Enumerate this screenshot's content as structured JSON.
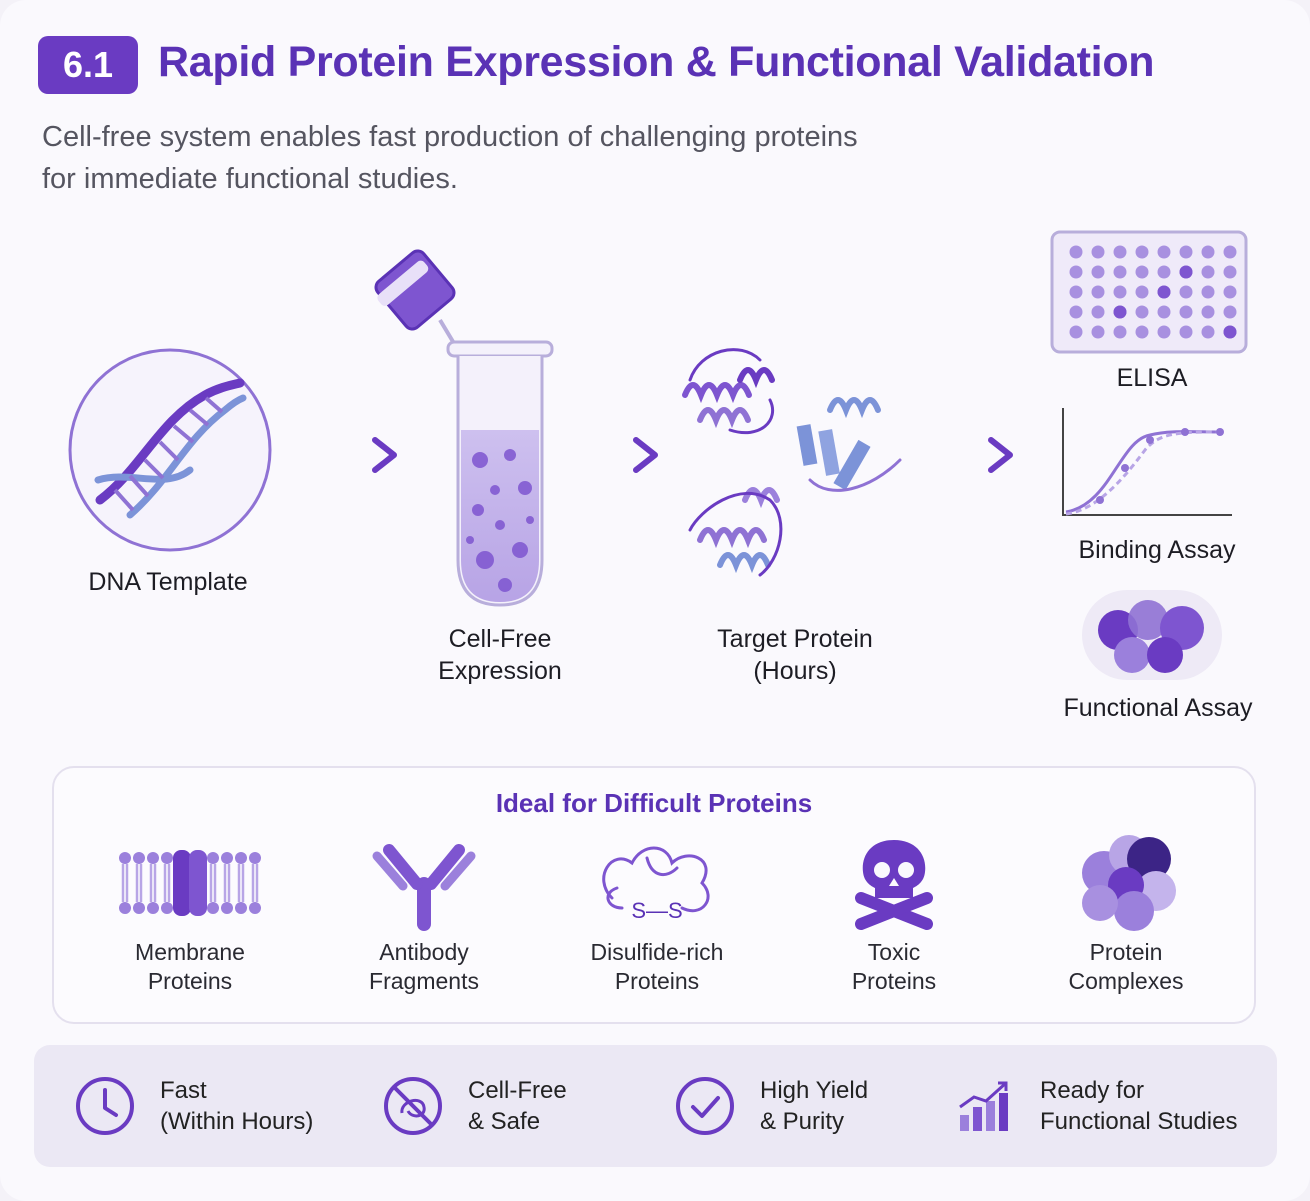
{
  "header": {
    "badge": "6.1",
    "title": "Rapid Protein Expression & Functional Validation",
    "subtitle_line1": "Cell-free system enables fast production of challenging proteins",
    "subtitle_line2": "for immediate functional studies."
  },
  "workflow": {
    "dna_label": "DNA Template",
    "expression_label_1": "Cell-Free",
    "expression_label_2": "Expression",
    "protein_label_1": "Target Protein",
    "protein_label_2": "(Hours)",
    "assays": {
      "elisa": "ELISA",
      "binding": "Binding Assay",
      "functional": "Functional Assay"
    }
  },
  "ideal": {
    "title": "Ideal for Difficult Proteins",
    "items": [
      {
        "line1": "Membrane",
        "line2": "Proteins",
        "icon": "membrane-icon"
      },
      {
        "line1": "Antibody",
        "line2": "Fragments",
        "icon": "antibody-icon"
      },
      {
        "line1": "Disulfide-rich",
        "line2": "Proteins",
        "icon": "disulfide-icon",
        "glyph": "S—S"
      },
      {
        "line1": "Toxic",
        "line2": "Proteins",
        "icon": "skull-icon"
      },
      {
        "line1": "Protein",
        "line2": "Complexes",
        "icon": "complex-icon"
      }
    ]
  },
  "features": [
    {
      "line1": "Fast",
      "line2": "(Within Hours)",
      "icon": "clock-icon"
    },
    {
      "line1": "Cell-Free",
      "line2": "& Safe",
      "icon": "no-cell-icon"
    },
    {
      "line1": "High Yield",
      "line2": "& Purity",
      "icon": "check-icon"
    },
    {
      "line1": "Ready for",
      "line2": "Functional Studies",
      "icon": "growth-chart-icon"
    }
  ],
  "colors": {
    "accent": "#6a3bc2",
    "accent_light": "#9b80dc",
    "blue": "#7c93d8",
    "background": "#faf9fd"
  }
}
